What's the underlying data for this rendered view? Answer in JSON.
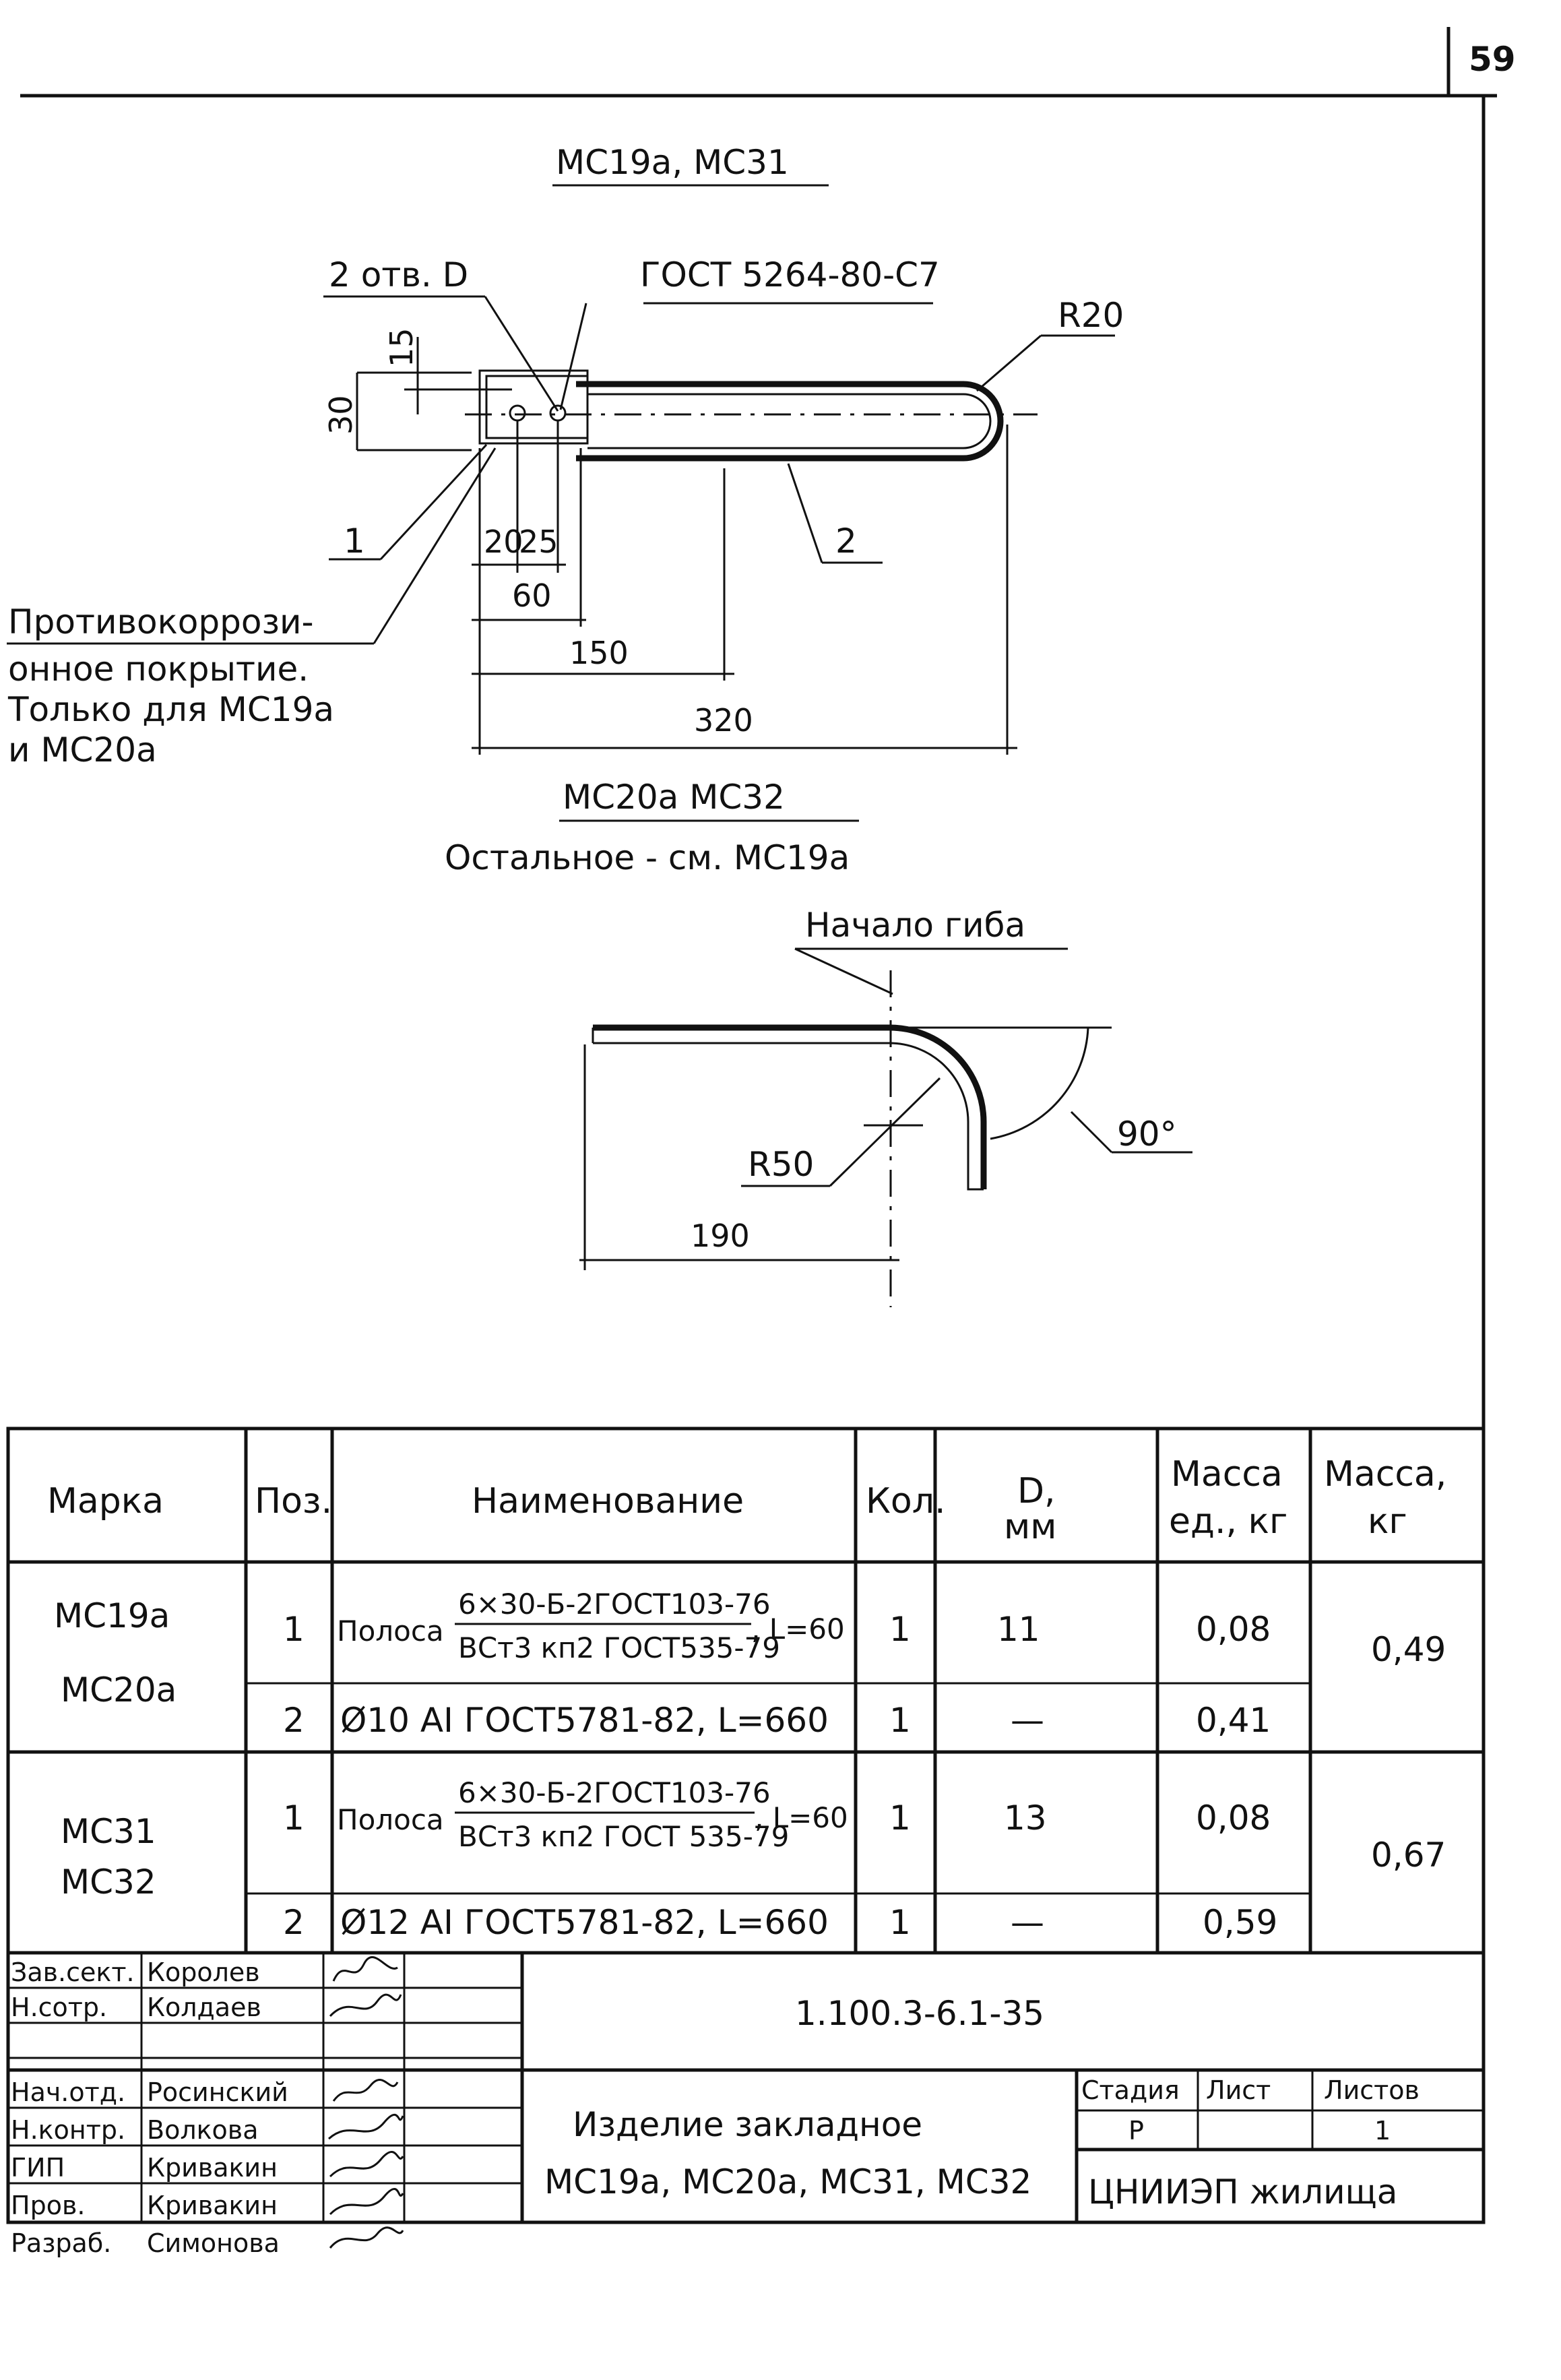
{
  "sheet": {
    "page_number": "59"
  },
  "top_view": {
    "title": "МС19а, МС31",
    "holes_label": "2 отв. D",
    "gost_label": "ГОСТ 5264-80-С7",
    "radius": "R20",
    "dim_15": "15",
    "dim_30": "30",
    "dim_20": "20",
    "dim_25": "25",
    "dim_60": "60",
    "dim_150": "150",
    "dim_320": "320",
    "pos_1": "1",
    "pos_2": "2",
    "note_line1": "Противокоррози-",
    "note_line2": "онное покрытие.",
    "note_line3": "Только для МС19а",
    "note_line4": "и МС20а"
  },
  "bend_view": {
    "title": "МС20а МС32",
    "subtitle": "Остальное - см. МС19а",
    "bend_start": "Начало гиба",
    "radius": "R50",
    "angle": "90°",
    "length": "190"
  },
  "spec_table": {
    "headers": {
      "mark": "Марка",
      "pos": "Поз.",
      "name": "Наименование",
      "qty": "Кол.",
      "d": "D,",
      "d_unit": "мм",
      "mass_unit": "Масса",
      "mass_unit2": "ед., кг",
      "mass": "Масса,",
      "mass2": "кг"
    },
    "groups": [
      {
        "mark_line1": "МС19а",
        "mark_line2": "МС20а",
        "total_mass": "0,49",
        "rows": [
          {
            "pos": "1",
            "name_prefix": "Полоса",
            "name_top": "6×30-Б-2ГОСТ103-76",
            "name_bottom": "ВСт3 кп2 ГОСТ535-79",
            "name_suffix": ", L=60",
            "qty": "1",
            "d": "11",
            "unit_mass": "0,08"
          },
          {
            "pos": "2",
            "name": "Ø10 АI ГОСТ5781-82, L=660",
            "qty": "1",
            "d": "—",
            "unit_mass": "0,41"
          }
        ]
      },
      {
        "mark_line1": "МС31",
        "mark_line2": "МС32",
        "total_mass": "0,67",
        "rows": [
          {
            "pos": "1",
            "name_prefix": "Полоса",
            "name_top": "6×30-Б-2ГОСТ103-76",
            "name_bottom": "ВСт3 кп2 ГОСТ 535-79",
            "name_suffix": ", L=60",
            "qty": "1",
            "d": "13",
            "unit_mass": "0,08"
          },
          {
            "pos": "2",
            "name": "Ø12 АI ГОСТ5781-82, L=660",
            "qty": "1",
            "d": "—",
            "unit_mass": "0,59"
          }
        ]
      }
    ]
  },
  "title_block": {
    "doc_code": "1.100.3-6.1-35",
    "roles": [
      {
        "role": "Зав.сект.",
        "name": "Королев"
      },
      {
        "role": "Н.сотр.",
        "name": "Колдаев"
      },
      {
        "role": "",
        "name": ""
      },
      {
        "role": "Нач.отд.",
        "name": "Росинский"
      },
      {
        "role": "Н.контр.",
        "name": "Волкова"
      },
      {
        "role": "ГИП",
        "name": "Кривакин"
      },
      {
        "role": "Пров.",
        "name": "Кривакин"
      },
      {
        "role": "Разраб.",
        "name": "Симонова"
      }
    ],
    "item_title": "Изделие закладное",
    "item_marks": "МС19а, МС20а, МС31, МС32",
    "stage_label": "Стадия",
    "sheet_label": "Лист",
    "sheets_label": "Листов",
    "stage": "Р",
    "sheet": "",
    "sheets": "1",
    "organization": "ЦНИИЭП жилища"
  }
}
